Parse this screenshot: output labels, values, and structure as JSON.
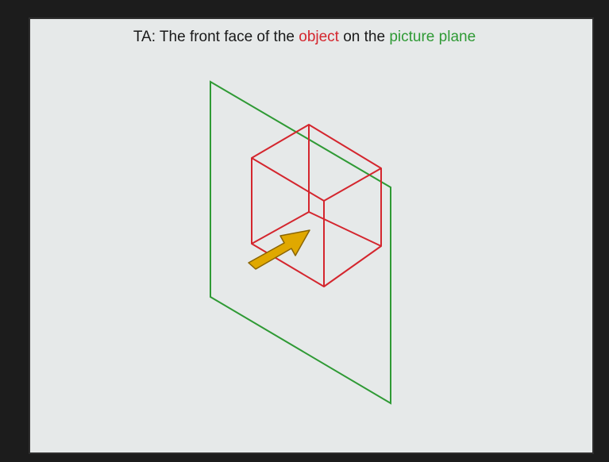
{
  "slide": {
    "title_prefix": "TA: The front face of the ",
    "title_object": "object",
    "title_middle": " on the ",
    "title_plane": "picture plane"
  },
  "colors": {
    "background": "#e6e9e9",
    "object": "#d4262e",
    "picture_plane": "#2f9a35",
    "arrow_fill": "#e0a800",
    "arrow_stroke": "#8a6400",
    "text": "#1a1a1a"
  },
  "diagram": {
    "elements": [
      "picture-plane",
      "cube-object",
      "viewing-arrow"
    ]
  }
}
